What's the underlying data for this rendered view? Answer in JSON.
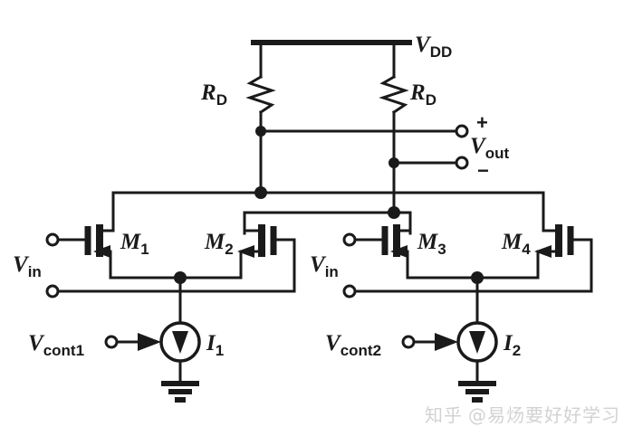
{
  "figure": {
    "type": "circuit-schematic",
    "description": "Two cross-coupled differential pairs with resistive loads and tail current sources",
    "background_color": "#ffffff",
    "line_color": "#1a1a1a"
  },
  "labels": {
    "vdd": {
      "base": "V",
      "sub": "DD"
    },
    "rd_left": {
      "base": "R",
      "sub": "D"
    },
    "rd_right": {
      "base": "R",
      "sub": "D"
    },
    "vout": {
      "base": "V",
      "sub": "out"
    },
    "vout_plus": "+",
    "vout_minus": "−",
    "vin_left": {
      "base": "V",
      "sub": "in"
    },
    "vin_right": {
      "base": "V",
      "sub": "in"
    },
    "m1": {
      "base": "M",
      "sub": "1"
    },
    "m2": {
      "base": "M",
      "sub": "2"
    },
    "m3": {
      "base": "M",
      "sub": "3"
    },
    "m4": {
      "base": "M",
      "sub": "4"
    },
    "vcont1": {
      "base": "V",
      "sub": "cont1"
    },
    "vcont2": {
      "base": "V",
      "sub": "cont2"
    },
    "i1": {
      "base": "I",
      "sub": "1"
    },
    "i2": {
      "base": "I",
      "sub": "2"
    }
  },
  "components": {
    "resistors": [
      "RD-left",
      "RD-right"
    ],
    "transistors": [
      "M1",
      "M2",
      "M3",
      "M4"
    ],
    "current_sources": [
      "I1",
      "I2"
    ],
    "grounds": 2,
    "terminals": [
      "Vout+",
      "Vout-",
      "Vin-left-top",
      "Vin-left-bottom",
      "Vin-right-top",
      "Vin-right-bottom",
      "Vcont1",
      "Vcont2"
    ]
  },
  "watermark": {
    "logo": "知乎",
    "handle": "@易炀要好好学习"
  }
}
